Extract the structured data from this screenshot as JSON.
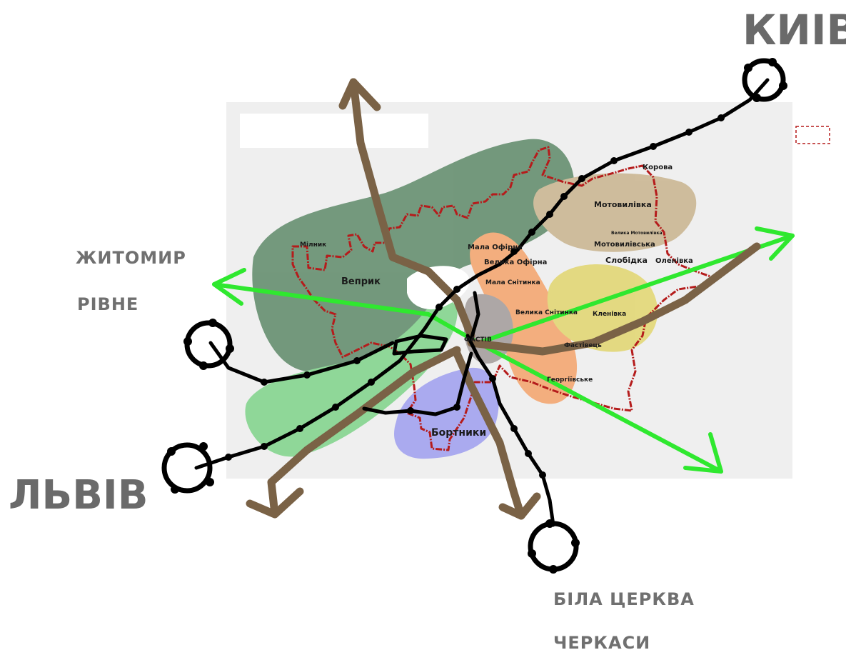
{
  "cities": {
    "kyiv": "КИІВ",
    "lviv": "ЛЬВІВ",
    "zhytomyr": "ЖИТОМИР",
    "rivne": "РІВНЕ",
    "bila_tserkva": "БІЛА ЦЕРКВА",
    "cherkasy": "ЧЕРКАСИ"
  },
  "villages": {
    "korova": "Корова",
    "motovylivka": "Мотовилівка",
    "velyka_motovylivka": "Велика Мотовилівка",
    "motovylivska": "Мотовилівська",
    "slobidka": "Слобідка",
    "olenivka": "Оленівка",
    "mylnyk": "Мілник",
    "mala_ofirna": "Мала Офірна",
    "velyka_ofirna": "Велика Офірна",
    "mala_snitynka": "Мала Снітинка",
    "veprvk": "Веприк",
    "velyka_snitynka": "Велика Снітинка",
    "klenivka": "Кленівка",
    "fastiv": "ФАСТІВ",
    "fastivets": "Фастівець",
    "heorhiivske": "Георгіївське",
    "bortnyky": "Бортники"
  },
  "colors": {
    "railway": "#000000",
    "road": "#7a6246",
    "corridor": "#2fe82f",
    "boundary": "#b51c1c",
    "zone_green_dark": "#5e8a68",
    "zone_green_light": "#7fd38a",
    "zone_tan": "#c9b48e",
    "zone_orange": "#f4a36b",
    "zone_yellow": "#e2d66e",
    "zone_blue": "#9e9ef0",
    "zone_gray": "#a29b9a",
    "basemap": "#efefef"
  }
}
